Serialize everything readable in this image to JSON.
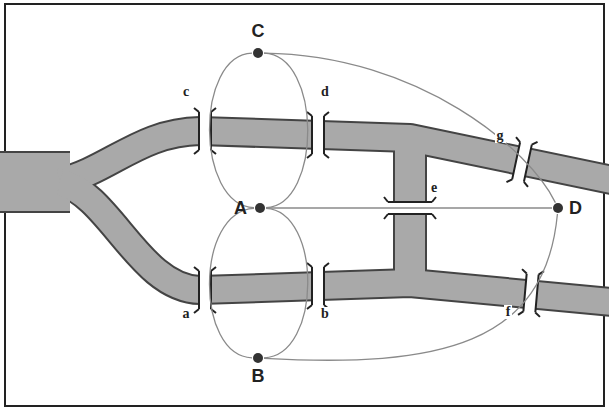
{
  "diagram": {
    "nodes": [
      {
        "text": [
          "C"
        ]
      },
      {
        "text": [
          "A"
        ]
      },
      {
        "text": [
          "D"
        ]
      },
      {
        "text": [
          "B"
        ]
      }
    ],
    "edges": [
      {
        "from": 0,
        "to": 1,
        "label": "c",
        "arrow": "none"
      },
      {
        "from": 0,
        "to": 1,
        "label": "d",
        "arrow": "none"
      },
      {
        "from": 1,
        "to": 3,
        "label": "a",
        "arrow": "none"
      },
      {
        "from": 1,
        "to": 3,
        "label": "b",
        "arrow": "none"
      },
      {
        "from": 1,
        "to": 2,
        "label": "e",
        "arrow": "none"
      },
      {
        "from": 0,
        "to": 2,
        "label": "g",
        "arrow": "none"
      },
      {
        "from": 3,
        "to": 2,
        "label": "f",
        "arrow": "none"
      }
    ]
  }
}
